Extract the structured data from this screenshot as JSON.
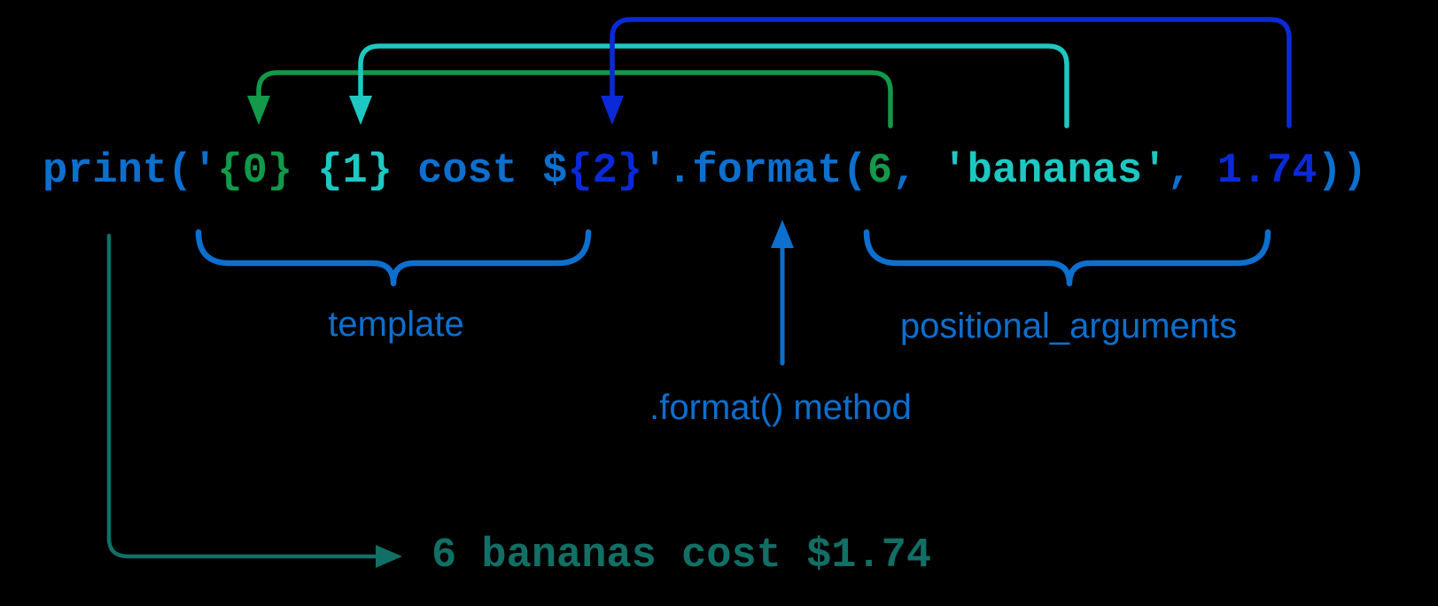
{
  "colors": {
    "background": "#000000",
    "code_blue": "#0d6fce",
    "code_green": "#12994a",
    "code_cyan": "#1ec8c2",
    "code_royal_blue": "#0a2ad8",
    "label_blue": "#0d6fce",
    "output_teal": "#126f66"
  },
  "code": {
    "full_text": "print('{0} {1} cost ${2}'.format(6, 'bananas', 1.74))",
    "segments": [
      {
        "text": "print('",
        "color": "code_blue"
      },
      {
        "text": "{0}",
        "color": "code_green"
      },
      {
        "text": " ",
        "color": "code_blue"
      },
      {
        "text": "{1}",
        "color": "code_cyan"
      },
      {
        "text": " cost $",
        "color": "code_blue"
      },
      {
        "text": "{2}",
        "color": "code_royal_blue"
      },
      {
        "text": "'.format(",
        "color": "code_blue"
      },
      {
        "text": "6",
        "color": "code_green"
      },
      {
        "text": ", ",
        "color": "code_blue"
      },
      {
        "text": "'bananas'",
        "color": "code_cyan"
      },
      {
        "text": ", ",
        "color": "code_blue"
      },
      {
        "text": "1.74",
        "color": "code_royal_blue"
      },
      {
        "text": "))",
        "color": "code_blue"
      }
    ]
  },
  "labels": {
    "template": "template",
    "positional_arguments": "positional_arguments",
    "format_method": ".format() method"
  },
  "output": {
    "text": "6 bananas cost $1.74"
  },
  "annotations": {
    "arrows": [
      {
        "name": "arg0-to-placeholder0",
        "from": "6",
        "to": "{0}",
        "color": "code_green"
      },
      {
        "name": "arg1-to-placeholder1",
        "from": "'bananas'",
        "to": "{1}",
        "color": "code_cyan"
      },
      {
        "name": "arg2-to-placeholder2",
        "from": "1.74",
        "to": "{2}",
        "color": "code_royal_blue"
      },
      {
        "name": "format-method-pointer",
        "from": "label",
        "to": ".format",
        "color": "label_blue"
      },
      {
        "name": "print-to-output",
        "from": "print",
        "to": "output",
        "color": "output_teal"
      }
    ],
    "braces": [
      {
        "name": "template-brace",
        "covers": "'{0} {1} cost ${2}'",
        "color": "label_blue"
      },
      {
        "name": "positional-arguments-brace",
        "covers": "6, 'bananas', 1.74",
        "color": "label_blue"
      }
    ]
  }
}
